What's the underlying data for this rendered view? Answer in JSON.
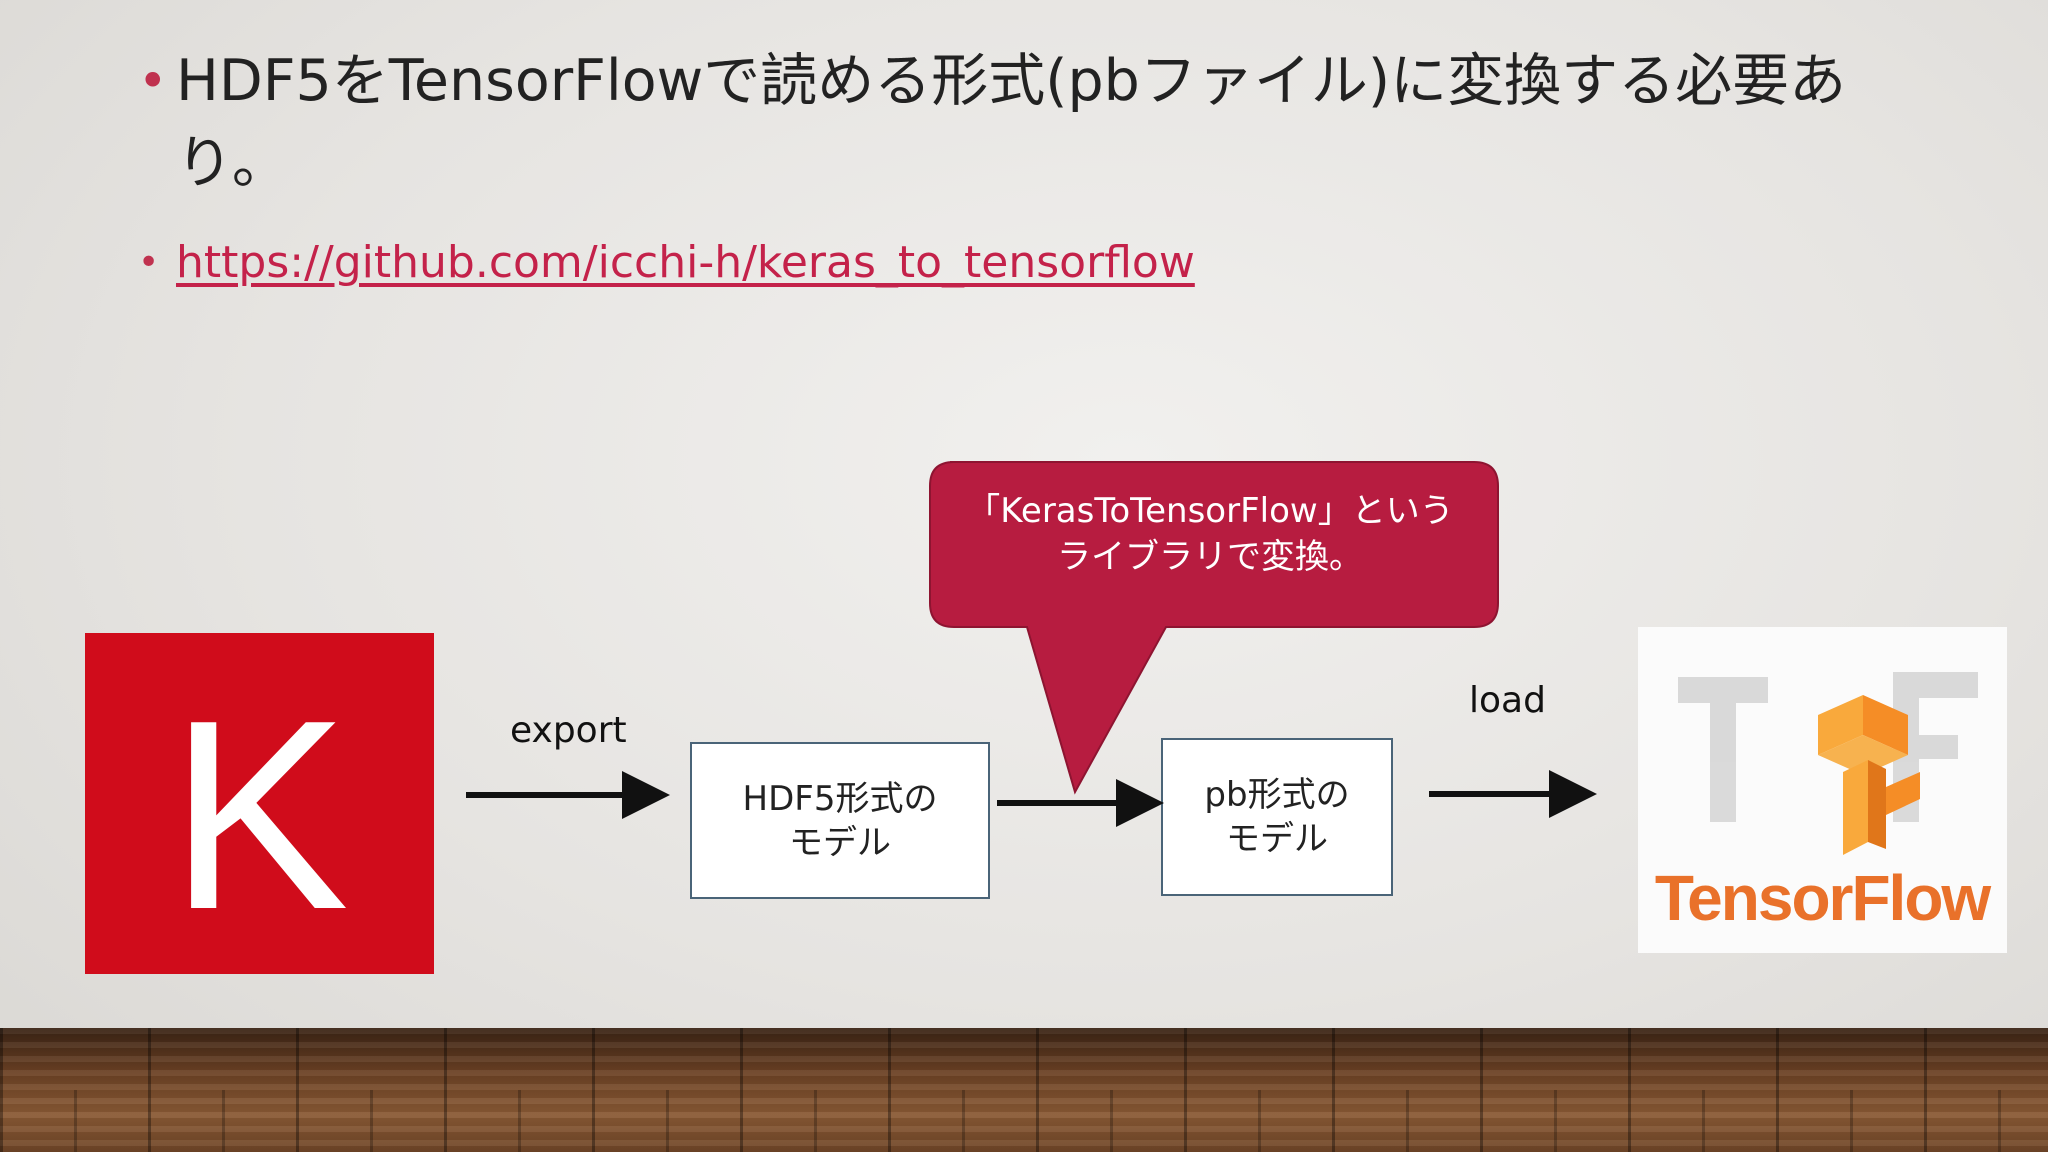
{
  "bullets": {
    "item1": "HDF5をTensorFlowで読める形式(pbファイル)に変換する必要あり。",
    "item2_link": "https://github.com/icchi-h/keras_to_tensorflow"
  },
  "diagram": {
    "keras_logo_letter": "K",
    "export_label": "export",
    "load_label": "load",
    "box_hdf5": {
      "line1": "HDF5形式の",
      "line2": "モデル"
    },
    "box_pb": {
      "line1": "pb形式の",
      "line2": "モデル"
    },
    "callout": {
      "line1": "「KerasToTensorFlow」という",
      "line2": "ライブラリで変換。"
    },
    "tf_logo_text": "TensorFlow"
  },
  "colors": {
    "accent": "#c0324f",
    "link": "#c4224a",
    "callout": "#b71c40",
    "keras_red": "#d00c1b",
    "tf_orange": "#f58d26",
    "box_border": "#4a6478"
  }
}
